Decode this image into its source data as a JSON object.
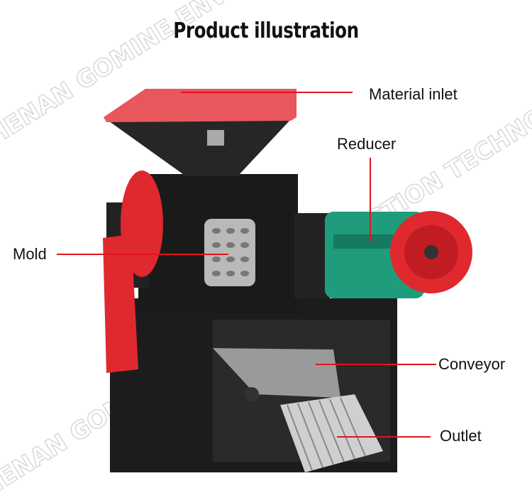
{
  "title": "Product illustration",
  "watermark": "HENAN GOMINE ENVIRONMENTAL PROTECTION TECHNOLOGY",
  "labels": {
    "material_inlet": "Material inlet",
    "reducer": "Reducer",
    "mold": "Mold",
    "conveyor": "Conveyor",
    "outlet": "Outlet"
  },
  "colors": {
    "callout_line": "#e0141e",
    "machine_red": "#e8333a",
    "machine_black": "#1c1c1c",
    "reducer_green": "#1f9c7c"
  }
}
